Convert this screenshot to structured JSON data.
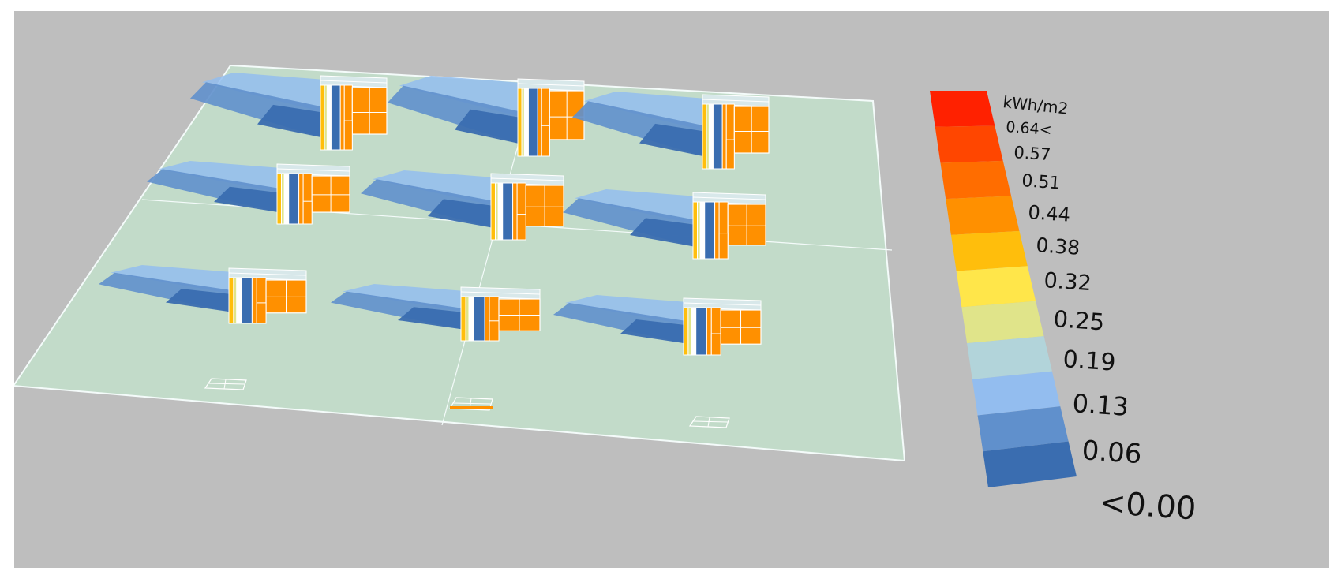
{
  "legend": {
    "unit_label": "kWh/m2",
    "levels": [
      "0.64<",
      "0.57",
      "0.51",
      "0.44",
      "0.38",
      "0.32",
      "0.25",
      "0.19",
      "0.13",
      "0.06",
      "<0.00"
    ],
    "colors": [
      "#ff2100",
      "#ff4600",
      "#ff6d00",
      "#ff9000",
      "#ffbe0c",
      "#ffe64a",
      "#e0e48a",
      "#b2d4da",
      "#93bdef",
      "#6090cc",
      "#3a6db0"
    ]
  },
  "palette": {
    "background": "#bebebe",
    "ground": "#c2dbc9",
    "ground_border": "#f4fbfa",
    "shadow_light": "#93bdef",
    "shadow_mid": "#6090cc",
    "shadow_dark": "#3a6db0",
    "facade_orange": "#ff9000",
    "facade_yellow": "#ffbe0c",
    "facade_pale": "#e0e48a"
  },
  "scene": {
    "building_rows": 3,
    "building_cols": 3,
    "small_markers": 3
  }
}
